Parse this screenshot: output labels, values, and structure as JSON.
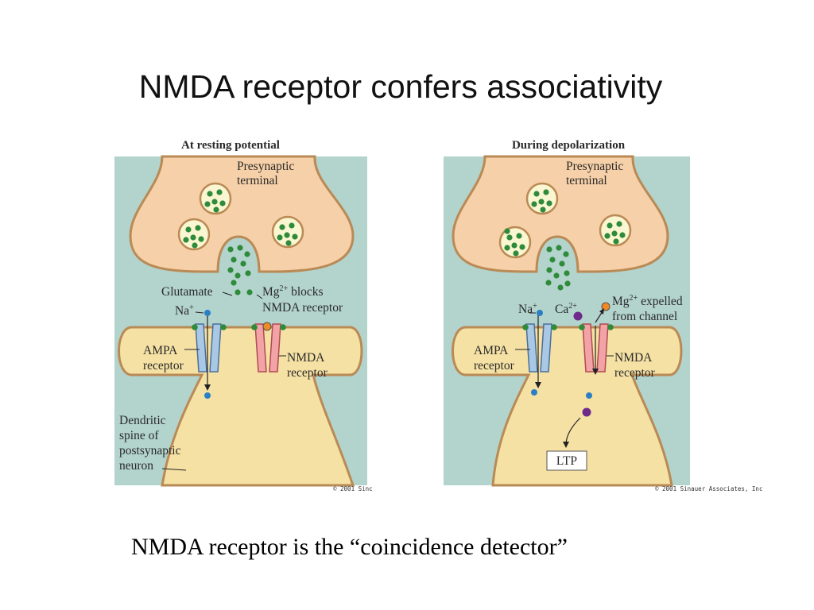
{
  "slide": {
    "title": "NMDA receptor confers associativity",
    "caption": "NMDA receptor is the “coincidence detector”"
  },
  "panels": {
    "left": {
      "title": "At resting potential",
      "presynaptic_line1": "Presynaptic",
      "presynaptic_line2": "terminal",
      "glutamate": "Glutamate",
      "mg_prefix": "Mg",
      "mg_sup": "2+",
      "mg_text": " blocks",
      "mg_line2": "NMDA receptor",
      "na": "Na",
      "na_sup": "+",
      "ampa_line1": "AMPA",
      "ampa_line2": "receptor",
      "nmda_line1": "NMDA",
      "nmda_line2": "receptor",
      "dendrite_line1": "Dendritic",
      "dendrite_line2": "spine of",
      "dendrite_line3": "postsynaptic",
      "dendrite_line4": "neuron",
      "copyright": "© 2001 Sinc"
    },
    "right": {
      "title": "During depolarization",
      "presynaptic_line1": "Presynaptic",
      "presynaptic_line2": "terminal",
      "na": "Na",
      "na_sup": "+",
      "ca": "Ca",
      "ca_sup": "2+",
      "mg_prefix": "Mg",
      "mg_sup": "2+",
      "mg_text": " expelled",
      "mg_line2": "from channel",
      "ampa_line1": "AMPA",
      "ampa_line2": "receptor",
      "nmda_line1": "NMDA",
      "nmda_line2": "receptor",
      "ltp": "LTP",
      "copyright": "© 2001 Sinauer Associates, Inc"
    }
  },
  "colors": {
    "background_teal": "#b3d3cd",
    "presynaptic_fill": "#f6d0a8",
    "presynaptic_stroke": "#b98a55",
    "postsynaptic_fill": "#f5e1a4",
    "vesicle_fill": "#fbf6d2",
    "glutamate_green": "#2e8b3a",
    "ampa_blue": "#a9c8e6",
    "nmda_pink": "#f1a3a6",
    "na_ion": "#2b7fc4",
    "ca_ion": "#6e2b8a",
    "mg_ion": "#f08a24"
  }
}
